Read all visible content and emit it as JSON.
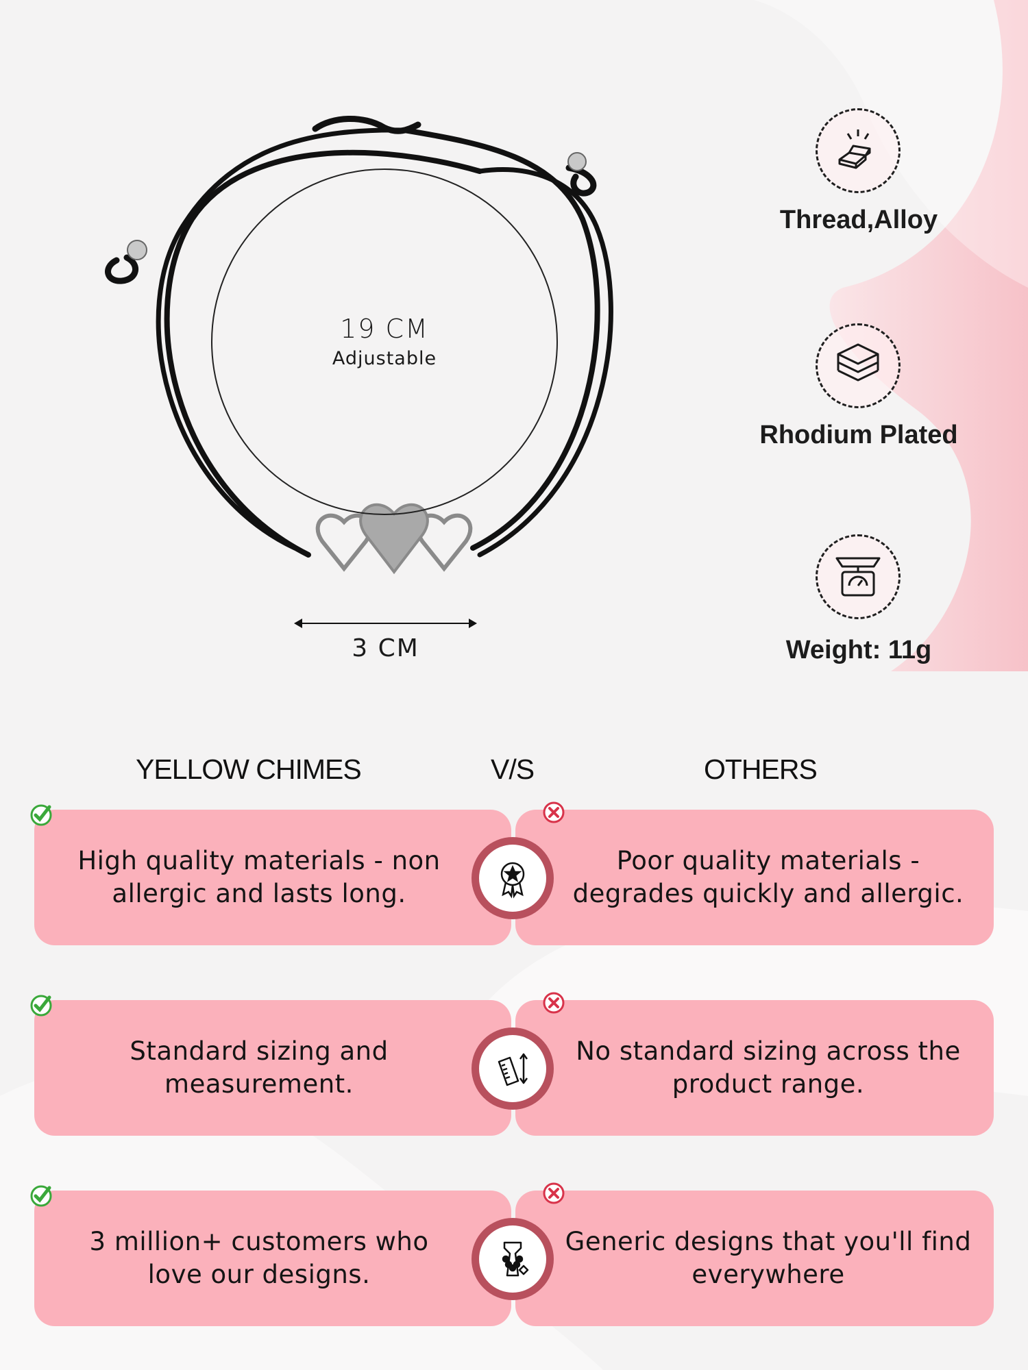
{
  "product": {
    "size": {
      "value": "19 CM",
      "note": "Adjustable"
    },
    "charm_width": "3 CM"
  },
  "features": [
    {
      "icon": "metal-bars-icon",
      "label": "Thread,Alloy"
    },
    {
      "icon": "layers-icon",
      "label": "Rhodium Plated"
    },
    {
      "icon": "weighing-scale-icon",
      "label": "Weight: 11g"
    }
  ],
  "comparison": {
    "left_heading": "YELLOW CHIMES",
    "vs": "V/S",
    "right_heading": "OTHERS",
    "rows": [
      {
        "icon": "quality-badge-icon",
        "ours": "High quality materials - non allergic and lasts long.",
        "others": "Poor quality materials - degrades quickly and allergic."
      },
      {
        "icon": "ruler-measure-icon",
        "ours": "Standard sizing and measurement.",
        "others": "No standard sizing across the product range."
      },
      {
        "icon": "jewelry-display-icon",
        "ours": "3 million+ customers who love our designs.",
        "others": "Generic designs that you'll find everywhere"
      }
    ]
  },
  "colors": {
    "card": "#fbb1bb",
    "badge_ring": "#b8505d",
    "check": "#3aa83a",
    "cross": "#d8334a",
    "accent_wave": "#f6b8c0"
  }
}
